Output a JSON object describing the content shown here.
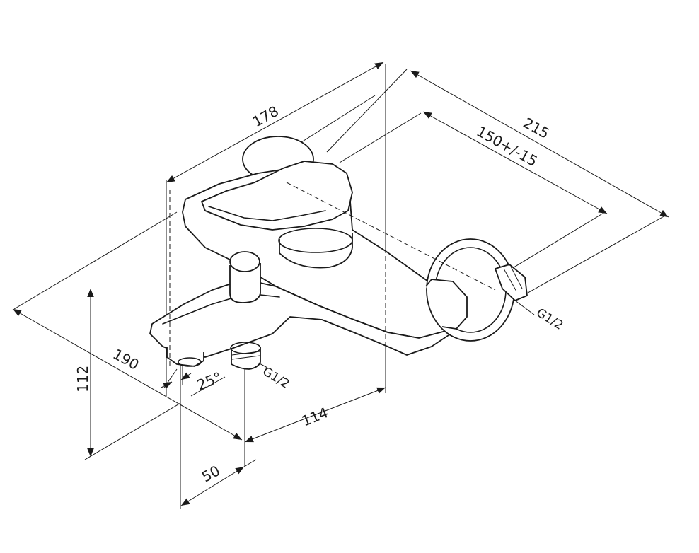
{
  "dimensions": {
    "d178": "178",
    "d215": "215",
    "d150": "150+/-15",
    "d112": "112",
    "d190": "190",
    "d25": "25°",
    "d114": "114",
    "d50": "50",
    "thread_bottom": "G1/2",
    "thread_right": "G1/2"
  },
  "colors": {
    "line": "#1a1a1a",
    "background": "#ffffff"
  }
}
